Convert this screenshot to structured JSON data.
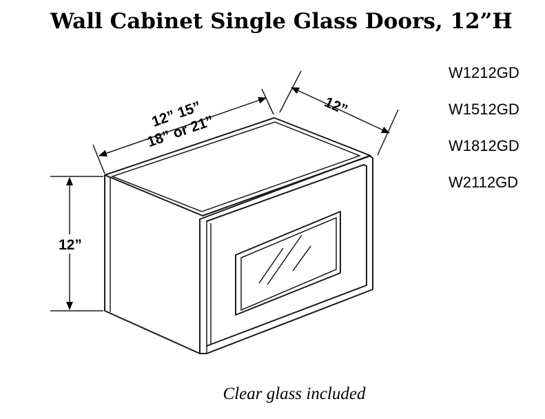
{
  "title": "Wall Cabinet Single Glass Doors, 12”H",
  "models": [
    "W1212GD",
    "W1512GD",
    "W1812GD",
    "W2112GD"
  ],
  "dimensions": {
    "width_line1": "12” 15”",
    "width_line2": "18” or 21”",
    "depth": "12”",
    "height": "12”"
  },
  "caption": "Clear glass included"
}
